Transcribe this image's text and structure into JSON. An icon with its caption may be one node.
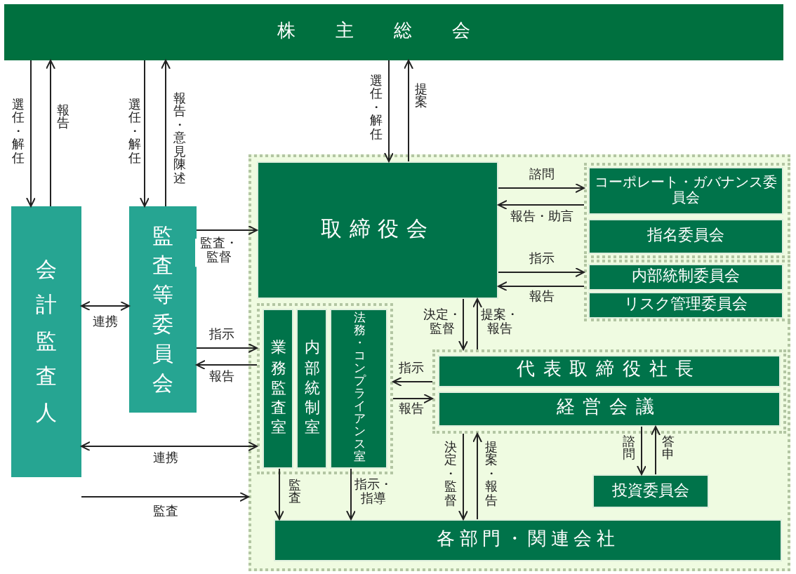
{
  "diagram": {
    "nodes": [
      {
        "text": [
          "株主総会"
        ]
      },
      {
        "text": [
          "会計監査人"
        ]
      },
      {
        "text": [
          "監査等委員会"
        ]
      },
      {
        "text": [],
        "shape": "box"
      },
      {
        "text": [
          "取締役会"
        ],
        "in": 3
      },
      {
        "text": [],
        "shape": "box",
        "in": 3
      },
      {
        "text": [
          "コーポレート・ガバナンス委員会"
        ],
        "in": 5
      },
      {
        "text": [
          "指名委員会"
        ],
        "in": 5
      },
      {
        "text": [],
        "shape": "box",
        "in": 3
      },
      {
        "text": [
          "内部統制委員会"
        ],
        "in": 8
      },
      {
        "text": [
          "リスク管理委員会"
        ],
        "in": 8
      },
      {
        "text": [],
        "shape": "box",
        "in": 3
      },
      {
        "text": [
          "業務監査室"
        ],
        "in": 11
      },
      {
        "text": [
          "内部統制室"
        ],
        "in": 11
      },
      {
        "text": [
          "法務・コンプライアンス室"
        ],
        "in": 11
      },
      {
        "text": [],
        "shape": "box",
        "in": 3
      },
      {
        "text": [
          "代表取締役社長"
        ],
        "in": 15
      },
      {
        "text": [
          "経営会議"
        ],
        "in": 15
      },
      {
        "text": [
          "投資委員会"
        ],
        "in": 3
      },
      {
        "text": [
          "各部門・関連会社"
        ],
        "in": 3
      }
    ],
    "edges": [
      {
        "from": 0,
        "to": 1,
        "arrow": "to",
        "label": "選任・解任"
      },
      {
        "from": 0,
        "to": 2,
        "arrow": "to",
        "label": "選任・解任"
      },
      {
        "from": 0,
        "to": 4,
        "arrow": "to",
        "label": "選任・解任"
      },
      {
        "from": 1,
        "to": 2,
        "arrow": "both",
        "label": "連携"
      },
      {
        "from": 2,
        "to": 4,
        "arrow": "to",
        "label": "監査・監督"
      },
      {
        "from": 4,
        "to": 5,
        "arrow": "to",
        "label": "諮問"
      },
      {
        "from": 4,
        "to": 8,
        "arrow": "to",
        "label": "指示"
      },
      {
        "from": 4,
        "to": 15,
        "arrow": "to",
        "label": "決定・監督"
      },
      {
        "from": 2,
        "to": 11,
        "arrow": "to",
        "label": "指示"
      },
      {
        "from": 1,
        "to": 11,
        "arrow": "both",
        "label": "連携"
      },
      {
        "from": 1,
        "to": 3,
        "arrow": "to",
        "label": "監査"
      },
      {
        "from": 15,
        "to": 11,
        "arrow": "to",
        "label": "指示"
      },
      {
        "from": 15,
        "to": 19,
        "arrow": "to",
        "label": "決定・監督"
      },
      {
        "from": 17,
        "to": 18,
        "arrow": "to",
        "label": "諮問"
      },
      {
        "from": 12,
        "to": 19,
        "arrow": "to",
        "label": "監査"
      },
      {
        "from": 14,
        "to": 19,
        "arrow": "to",
        "label": "指示・指導"
      },
      {
        "from": 1,
        "to": 0,
        "arrow": "to",
        "label": "報告"
      },
      {
        "from": 2,
        "to": 0,
        "arrow": "to",
        "label": "報告・意見陳述"
      },
      {
        "from": 4,
        "to": 0,
        "arrow": "to",
        "label": "提案"
      },
      {
        "from": 5,
        "to": 4,
        "arrow": "to",
        "label": "報告・助言"
      },
      {
        "from": 8,
        "to": 4,
        "arrow": "to",
        "label": "報告"
      },
      {
        "from": 15,
        "to": 4,
        "arrow": "to",
        "label": "提案・報告"
      },
      {
        "from": 11,
        "to": 2,
        "arrow": "to",
        "label": "報告"
      },
      {
        "from": 11,
        "to": 15,
        "arrow": "to",
        "label": "報告"
      },
      {
        "from": 19,
        "to": 15,
        "arrow": "to",
        "label": "提案・報告"
      },
      {
        "from": 18,
        "to": 17,
        "arrow": "to",
        "label": "答申"
      }
    ]
  }
}
